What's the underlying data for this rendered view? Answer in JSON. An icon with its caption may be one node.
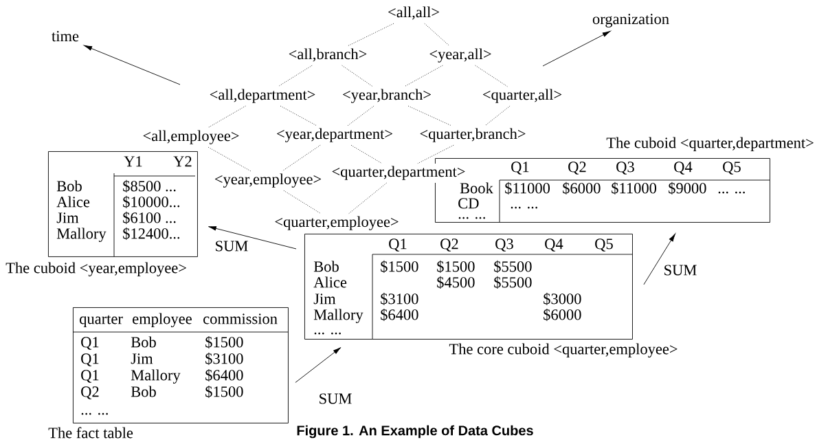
{
  "diagram": {
    "caption": "Figure 1. An Example of Data Cubes",
    "nodes": [
      {
        "text": [
          "time"
        ]
      },
      {
        "text": [
          "organization"
        ]
      },
      {
        "text": [
          "<all,all>"
        ]
      },
      {
        "text": [
          "<all,branch>"
        ]
      },
      {
        "text": [
          "<year,all>"
        ]
      },
      {
        "text": [
          "<all,department>"
        ]
      },
      {
        "text": [
          "<year,branch>"
        ]
      },
      {
        "text": [
          "<quarter,all>"
        ]
      },
      {
        "text": [
          "<all,employee>"
        ]
      },
      {
        "text": [
          "<year,department>"
        ]
      },
      {
        "text": [
          "<quarter,branch>"
        ]
      },
      {
        "text": [
          "<year,employee>"
        ]
      },
      {
        "text": [
          "<quarter,department>"
        ]
      },
      {
        "text": [
          "<quarter,employee>"
        ]
      },
      {
        "text": [
          "Y1",
          "Y2",
          "Bob",
          "$8500 ...",
          "Alice",
          "$10000...",
          "Jim",
          "$6100 ...",
          "Mallory",
          "$12400..."
        ],
        "beside": [
          "The cuboid <year,employee>"
        ]
      },
      {
        "text": [
          "Q1",
          "Q2",
          "Q3",
          "Q4",
          "Q5",
          "Book",
          "$11000",
          "$6000",
          "$11000",
          "$9000",
          "... ...",
          "CD",
          "... ...",
          "... ..."
        ],
        "beside": [
          "The cuboid <quarter,department>"
        ]
      },
      {
        "text": [
          "Q1",
          "Q2",
          "Q3",
          "Q4",
          "Q5",
          "Bob",
          "$1500",
          "$1500",
          "$5500",
          "Alice",
          "$4500",
          "$5500",
          "Jim",
          "$3100",
          "$3000",
          "Mallory",
          "$6400",
          "$6000",
          "... ..."
        ],
        "beside": [
          "The core cuboid <quarter,employee>"
        ]
      },
      {
        "text": [
          "quarter",
          "employee",
          "commission",
          "Q1",
          "Bob",
          "$1500",
          "Q1",
          "Jim",
          "$3100",
          "Q1",
          "Mallory",
          "$6400",
          "Q2",
          "Bob",
          "$1500",
          "... ..."
        ],
        "beside": [
          "The fact table"
        ]
      }
    ],
    "edges": [
      {
        "from": null,
        "to": 0,
        "arrow": "to"
      },
      {
        "from": null,
        "to": 1,
        "arrow": "to"
      },
      {
        "from": 2,
        "to": 3,
        "arrow": "none",
        "style": "dashed"
      },
      {
        "from": 2,
        "to": 4,
        "arrow": "none",
        "style": "dashed"
      },
      {
        "from": 3,
        "to": 5,
        "arrow": "none",
        "style": "dashed"
      },
      {
        "from": 3,
        "to": 6,
        "arrow": "none",
        "style": "dashed"
      },
      {
        "from": 4,
        "to": 6,
        "arrow": "none",
        "style": "dashed"
      },
      {
        "from": 4,
        "to": 7,
        "arrow": "none",
        "style": "dashed"
      },
      {
        "from": 5,
        "to": 8,
        "arrow": "none",
        "style": "dashed"
      },
      {
        "from": 5,
        "to": 9,
        "arrow": "none",
        "style": "dashed"
      },
      {
        "from": 6,
        "to": 9,
        "arrow": "none",
        "style": "dashed"
      },
      {
        "from": 6,
        "to": 10,
        "arrow": "none",
        "style": "dashed"
      },
      {
        "from": 7,
        "to": 10,
        "arrow": "none",
        "style": "dashed"
      },
      {
        "from": 8,
        "to": 11,
        "arrow": "none",
        "style": "dashed"
      },
      {
        "from": 9,
        "to": 11,
        "arrow": "none",
        "style": "dashed"
      },
      {
        "from": 9,
        "to": 12,
        "arrow": "none",
        "style": "dashed"
      },
      {
        "from": 10,
        "to": 12,
        "arrow": "none",
        "style": "dashed"
      },
      {
        "from": 11,
        "to": 13,
        "arrow": "none",
        "style": "dashed"
      },
      {
        "from": 12,
        "to": 13,
        "arrow": "none",
        "style": "dashed"
      },
      {
        "from": 16,
        "to": 14,
        "arrow": "to",
        "label": "SUM"
      },
      {
        "from": 17,
        "to": 16,
        "arrow": "to",
        "label": "SUM"
      },
      {
        "from": 16,
        "to": 15,
        "arrow": "to",
        "label": "SUM"
      }
    ]
  }
}
